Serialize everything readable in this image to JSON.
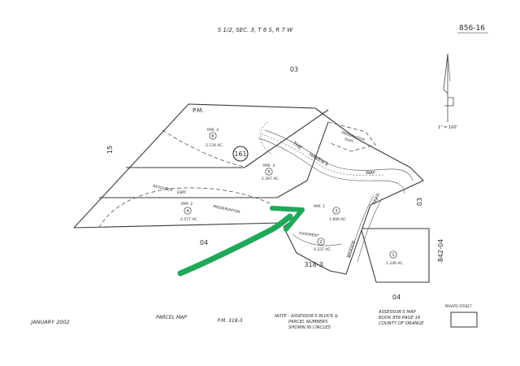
{
  "header": {
    "section": "S 1/2, SEC. 3, T 6 S, R 7 W",
    "page_number": "856-16"
  },
  "neighbors": {
    "top": "03",
    "left": "15",
    "right": "03",
    "bottom_left": "04",
    "bottom_right": "04",
    "right_vertical": "842-04"
  },
  "parcels": [
    {
      "label": "PAR. 4",
      "number": "6",
      "area": "2.134 AC."
    },
    {
      "label": "PAR. 3",
      "number": "5",
      "area": "2.267 AC."
    },
    {
      "label": "PAR. 2",
      "number": "4",
      "area": "2.577 AC."
    },
    {
      "label": "PAR. 1",
      "number": "3",
      "area": "1.606 AC."
    },
    {
      "label": "",
      "number": "2",
      "area": "0.337 AC."
    },
    {
      "label": "",
      "number": "1",
      "area": "1.246 AC."
    }
  ],
  "block_number": "161",
  "parcel_map_ref": "318-3",
  "labels": {
    "pm": "P.M.",
    "street_the": "THE",
    "street_haven": "HAVEN'S",
    "street_way": "WAY",
    "street_trail": "TRAIL",
    "street_woods": "WOODS",
    "preservation": "PRESERVATION",
    "preservation_esmt": "ESMT.",
    "preservation_2": "PRESERVATION",
    "resource": "RESOURCE",
    "esmt": "ESMT.",
    "easement": "EASEMENT"
  },
  "north_arrow": {
    "scale": "1\" = 100'"
  },
  "footer": {
    "date": "JANUARY 2002",
    "map_type": "PARCEL MAP",
    "map_ref": "P.M. 318-3",
    "note_line1": "NOTE - ASSESSOR'S BLOCK &",
    "note_line2": "PARCEL NUMBERS",
    "note_line3": "SHOWN IN CIRCLES",
    "assessor_line1": "ASSESSOR'S MAP",
    "assessor_line2": "BOOK 856 PAGE 16",
    "assessor_line3": "COUNTY OF ORANGE",
    "private_street": "PRIVATE STREET"
  },
  "colors": {
    "arrow": "#1fa85a",
    "linework": "#3a3a3a",
    "text": "#2a2a2a"
  }
}
